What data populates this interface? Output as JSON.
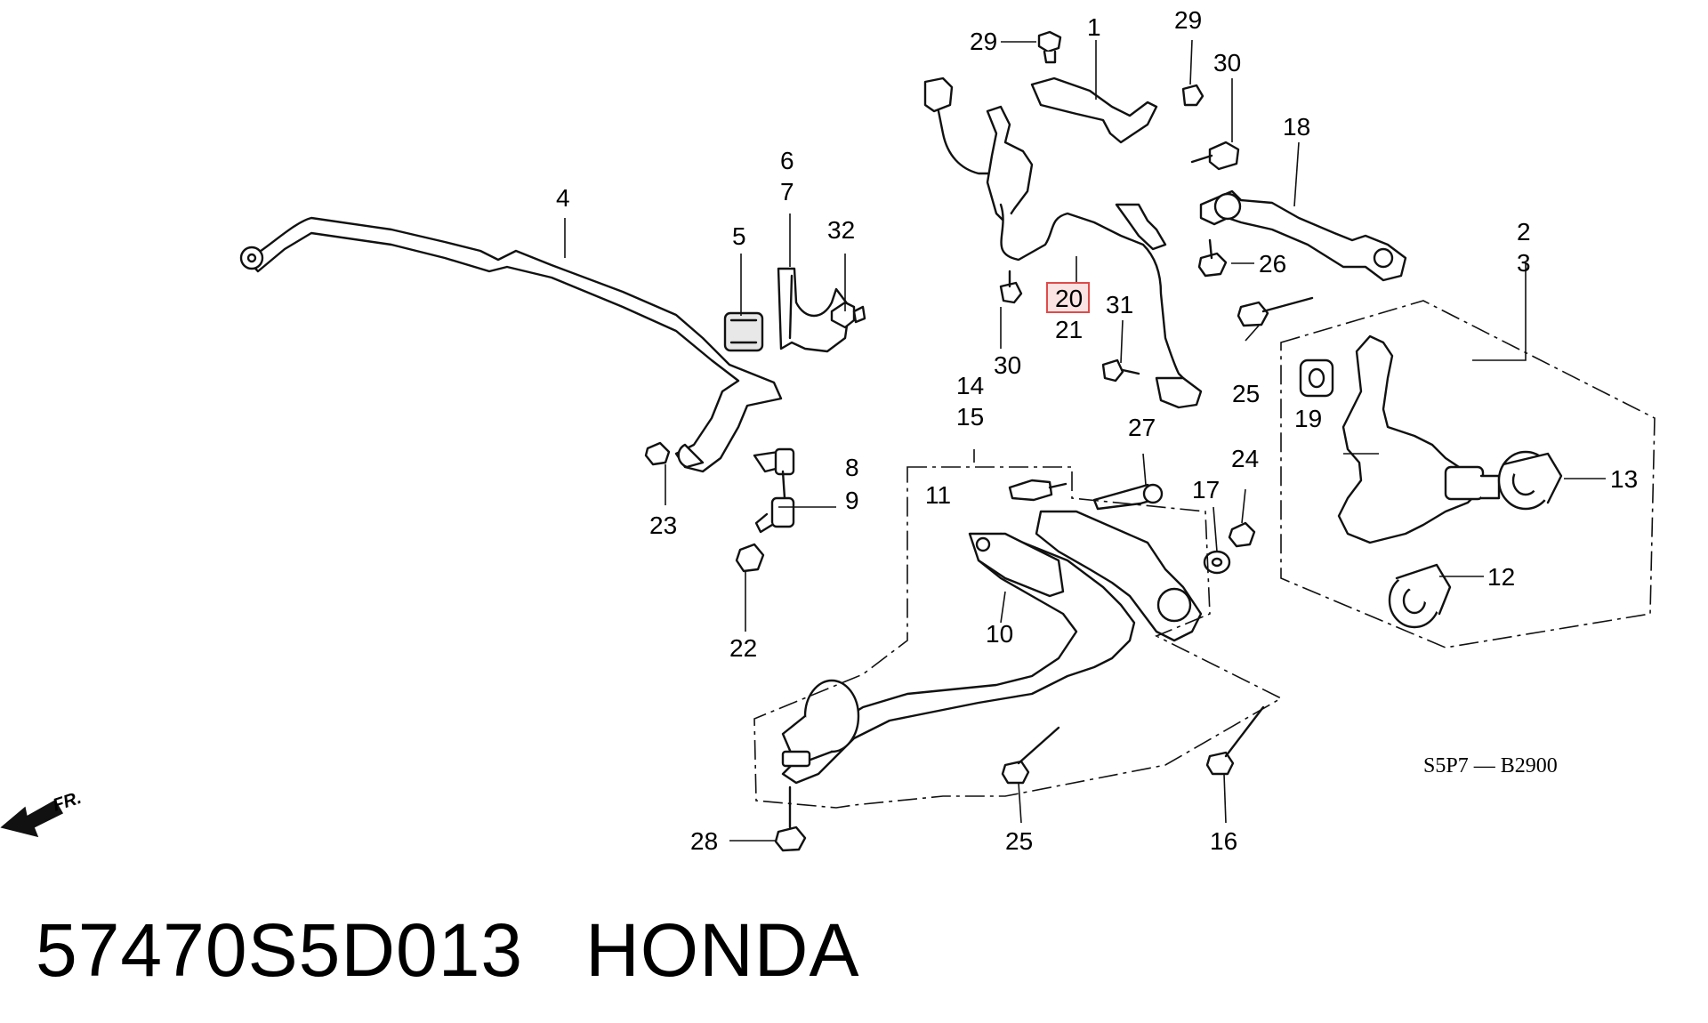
{
  "diagram": {
    "part_labels": [
      "1",
      "2",
      "3",
      "4",
      "5",
      "6",
      "7",
      "8",
      "9",
      "10",
      "11",
      "12",
      "13",
      "14",
      "15",
      "16",
      "17",
      "18",
      "19",
      "20",
      "21",
      "22",
      "23",
      "24",
      "25",
      "25",
      "26",
      "27",
      "28",
      "29",
      "29",
      "30",
      "30",
      "31",
      "32"
    ],
    "highlighted_label": "20",
    "highlight_color": "#e04a4a",
    "reference_code": "S5P7 — B2900",
    "direction_marker": "FR."
  },
  "footer": {
    "part_number": "57470S5D013",
    "brand": "HONDA"
  }
}
